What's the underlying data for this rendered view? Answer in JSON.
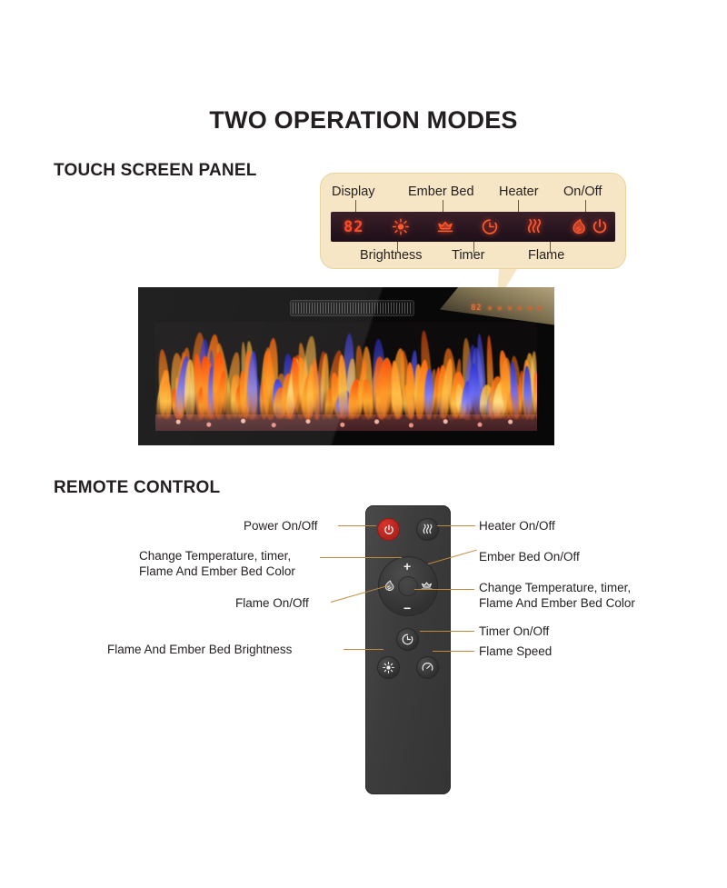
{
  "title": "TWO OPERATION MODES",
  "sections": {
    "touch": "TOUCH SCREEN PANEL",
    "remote": "REMOTE CONTROL"
  },
  "touch_panel": {
    "display_value": "82",
    "labels_top": [
      "Display",
      "Ember Bed",
      "Heater",
      "On/Off"
    ],
    "labels_bottom": [
      "Brightness",
      "Timer",
      "Flame"
    ],
    "icons": [
      "sun-icon",
      "ember-bed-icon",
      "timer-icon",
      "heater-icon",
      "flame-icon",
      "power-icon"
    ],
    "panel_bg": "#f6e6c5",
    "lcd_bg": "#2a1620",
    "led_color": "#ff4b2a"
  },
  "fireplace": {
    "display_value": "82",
    "indicator_count": 6,
    "body_color": "#080808"
  },
  "remote_callouts": {
    "left": [
      "Power On/Off",
      "Change Temperature, timer,",
      "Flame And Ember Bed Color",
      "Flame On/Off",
      "Flame And Ember Bed Brightness"
    ],
    "right": [
      "Heater On/Off",
      "Ember Bed On/Off",
      "Change Temperature, timer,",
      "Flame And Ember Bed Color",
      "Timer On/Off",
      "Flame Speed"
    ]
  },
  "remote_buttons": {
    "power": "power-icon",
    "heater": "heater-icon",
    "plus": "+",
    "minus": "−",
    "flame": "flame-icon",
    "ember": "ember-bed-icon",
    "timer": "timer-icon",
    "brightness": "sun-icon",
    "speed": "flame-speed-icon"
  },
  "colors": {
    "leader_line": "#c08a3e",
    "power_red": "#c62f27",
    "text": "#231f20"
  }
}
